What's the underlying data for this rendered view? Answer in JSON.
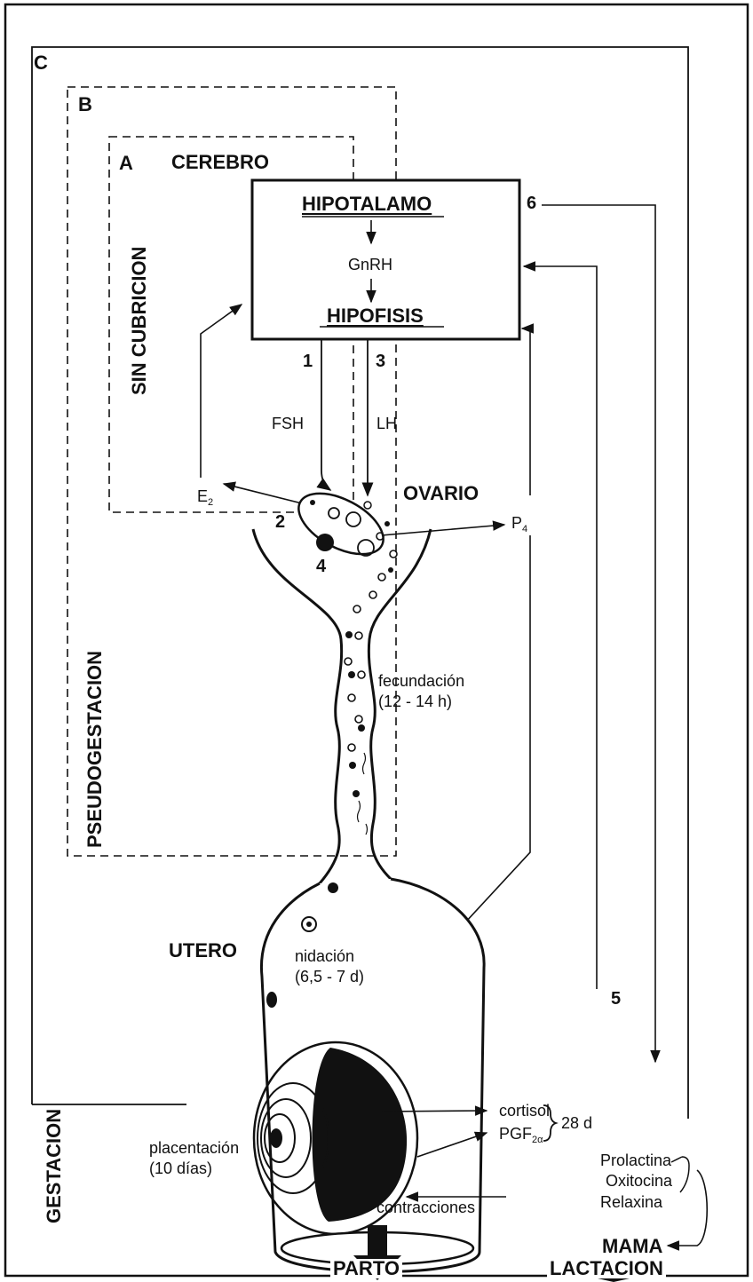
{
  "panels": {
    "c": "C",
    "b": "B",
    "a": "A",
    "sin_cubricion": "SIN CUBRICION",
    "pseudogestacion": "PSEUDOGESTACION",
    "gestacion": "GESTACION"
  },
  "brain": {
    "cerebro": "CEREBRO",
    "hipotalamo": "HIPOTALAMO",
    "gnrh": "GnRH",
    "hipofisis": "HIPOFISIS"
  },
  "steps": {
    "s1": "1",
    "s2": "2",
    "s3": "3",
    "s4": "4",
    "s5": "5",
    "s6": "6"
  },
  "hormones": {
    "fsh": "FSH",
    "lh": "LH",
    "e2_base": "E",
    "e2_sub": "2",
    "p4_base": "P",
    "p4_sub": "4",
    "cortisol": "cortisol",
    "pgf_base": "PGF",
    "pgf_sub": "2α",
    "days_28": "28 d",
    "prolactina": "Prolactina",
    "oxitocina": "Oxitocina",
    "relaxina": "Relaxina"
  },
  "organs": {
    "ovario": "OVARIO",
    "utero": "UTERO",
    "mama": "MAMA"
  },
  "events": {
    "fecundacion": "fecundación",
    "fecundacion_time": "(12 - 14 h)",
    "nidacion": "nidación",
    "nidacion_time": "(6,5 - 7 d)",
    "placentacion": "placentación",
    "placentacion_time": "(10 días)",
    "contracciones": "contracciones"
  },
  "outcomes": {
    "parto": "PARTO",
    "lactacion": "LACTACION"
  }
}
